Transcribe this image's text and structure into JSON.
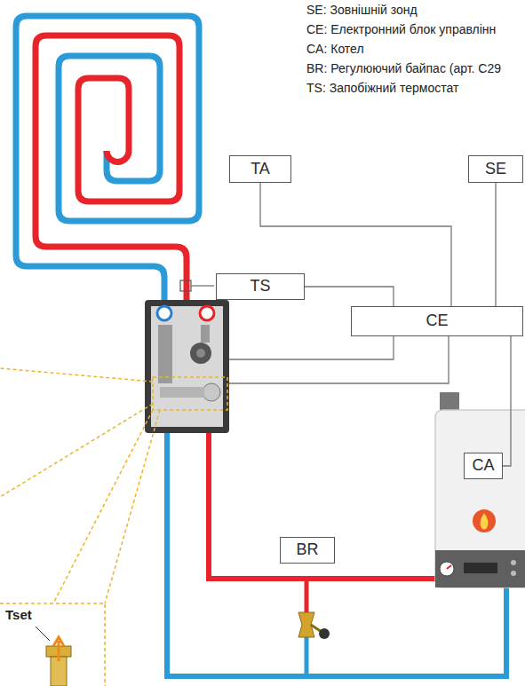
{
  "diagram": {
    "nodes": [
      {
        "text": [
          "TA"
        ]
      },
      {
        "text": [
          "SE"
        ]
      },
      {
        "text": [
          "TS"
        ]
      },
      {
        "text": [
          "CE"
        ]
      },
      {
        "text": [
          "CA"
        ]
      },
      {
        "text": [
          "BR"
        ]
      }
    ],
    "edges": [
      {
        "from": 0,
        "to": 3,
        "arrow": "none"
      },
      {
        "from": 1,
        "to": 3,
        "arrow": "none"
      },
      {
        "from": 2,
        "to": 3,
        "arrow": "none"
      },
      {
        "from": 3,
        "to": 4,
        "arrow": "none"
      }
    ],
    "labels": [
      "SE: Зовнішній зонд",
      "CE: Електронний блок управлінн",
      "CA: Котел",
      "BR: Регулюючий байпас (арт. C29",
      "TS: Запобіжний термостат",
      "Tset"
    ]
  }
}
